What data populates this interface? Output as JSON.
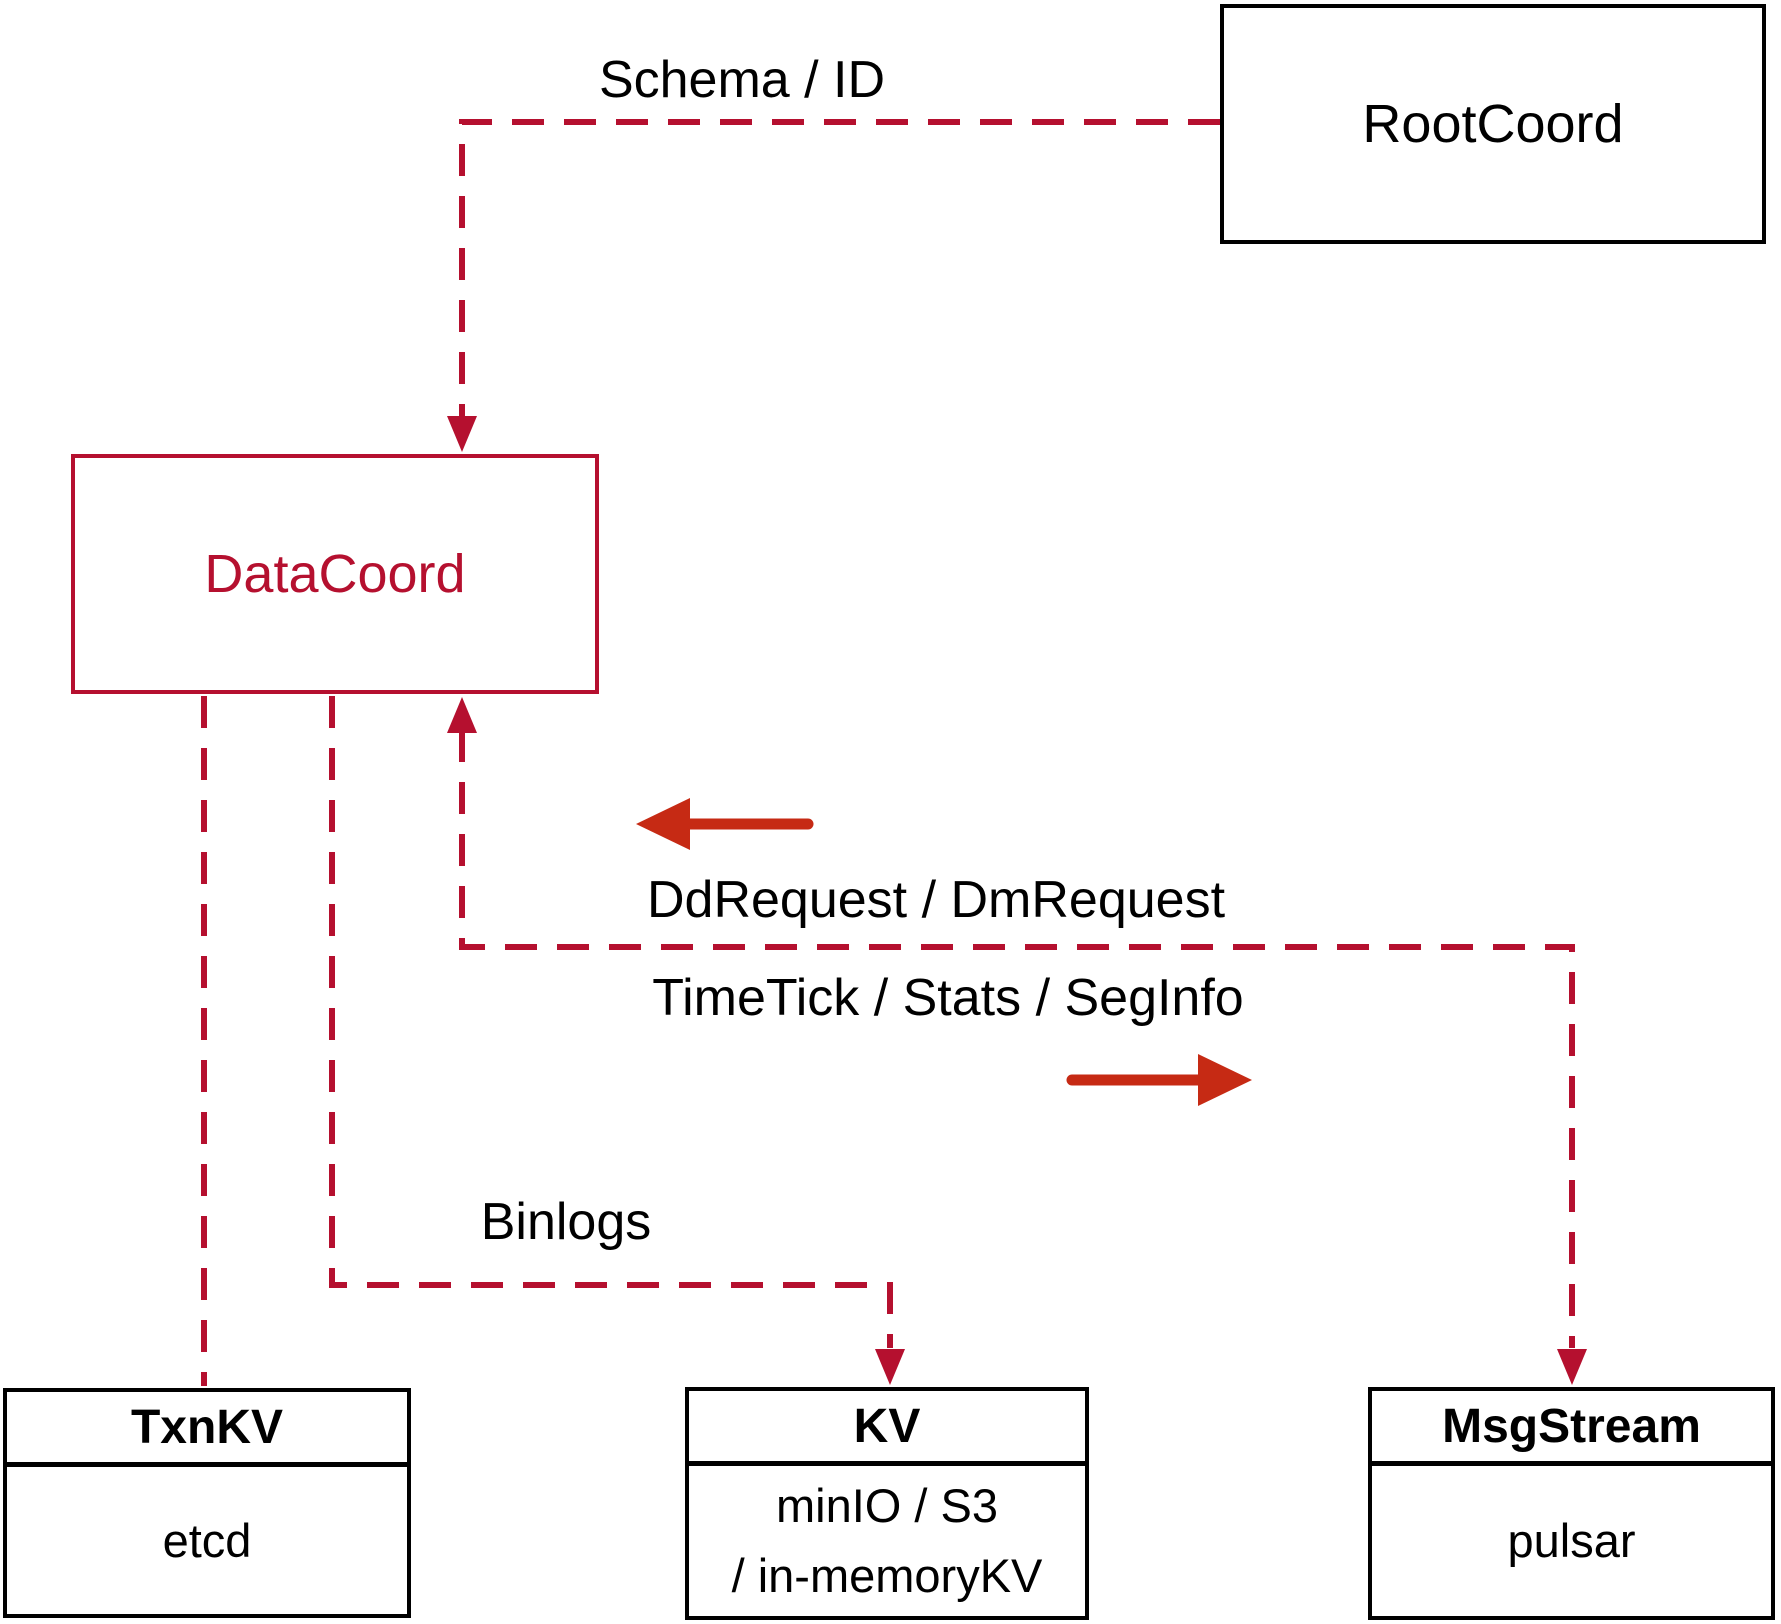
{
  "nodes": {
    "rootcoord": {
      "label": "RootCoord"
    },
    "datacoord": {
      "label": "DataCoord"
    },
    "txnkv": {
      "title": "TxnKV",
      "backend": "etcd"
    },
    "kv": {
      "title": "KV",
      "backend_line1": "minIO / S3",
      "backend_line2": "/ in-memoryKV"
    },
    "msgstream": {
      "title": "MsgStream",
      "backend": "pulsar"
    }
  },
  "edges": {
    "schema_id": {
      "label": "Schema / ID",
      "from": "RootCoord",
      "to": "DataCoord",
      "style": "dashed-arrow"
    },
    "datacoord_txnkv": {
      "label": "",
      "from": "DataCoord",
      "to": "TxnKV",
      "style": "dashed"
    },
    "binlogs": {
      "label": "Binlogs",
      "from": "DataCoord",
      "to": "KV",
      "style": "dashed-arrow"
    },
    "ddrequest": {
      "label": "DdRequest / DmRequest",
      "direction": "left",
      "to": "DataCoord",
      "style": "dashed-arrow"
    },
    "timetick": {
      "label": "TimeTick / Stats / SegInfo",
      "direction": "right",
      "to": "MsgStream",
      "style": "dashed-arrow"
    }
  },
  "colors": {
    "connector": "#b5102f",
    "arrow": "#c62a14",
    "border": "#000000",
    "text": "#000000",
    "background": "#ffffff"
  }
}
